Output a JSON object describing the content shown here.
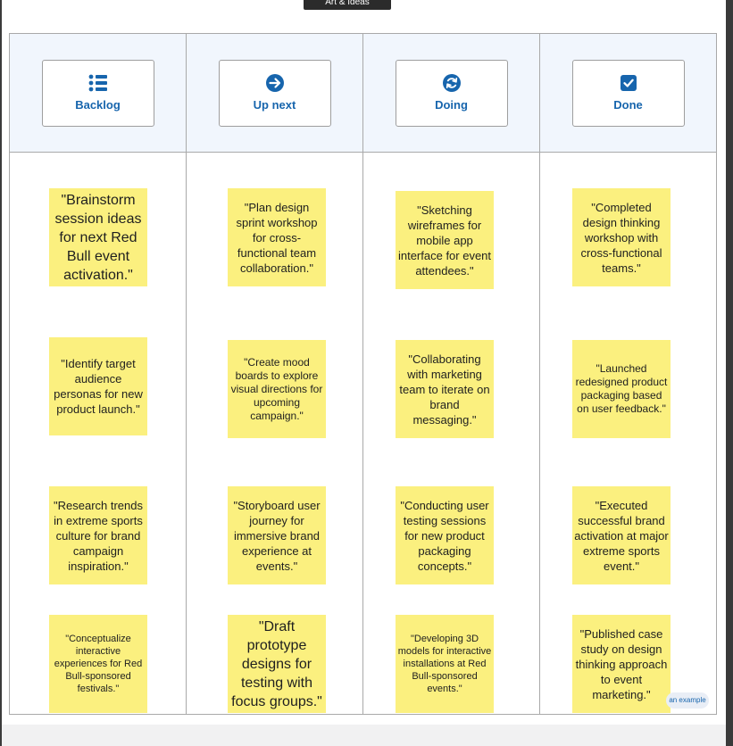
{
  "title_chip": "Art & Ideas",
  "example_label": "an example",
  "colors": {
    "accent": "#1765ad",
    "note": "#fbf07f",
    "header_bg": "#f1f6fd"
  },
  "columns": [
    {
      "label": "Backlog",
      "icon": "list-icon",
      "notes": [
        "\"Brainstorm session ideas for next Red Bull event activation.\"",
        "\"Identify target audience personas for new product launch.\"",
        "\"Research trends in extreme sports culture for brand campaign inspiration.\"",
        "\"Conceptualize interactive experiences for Red Bull-sponsored festivals.\""
      ]
    },
    {
      "label": "Up next",
      "icon": "arrow-right-circle-icon",
      "notes": [
        "\"Plan design sprint workshop for cross-functional team collaboration.\"",
        "\"Create mood boards to explore visual directions for upcoming campaign.\"",
        "\"Storyboard user journey for immersive brand experience at events.\"",
        "\"Draft prototype designs for testing with focus groups.\""
      ]
    },
    {
      "label": "Doing",
      "icon": "sync-circle-icon",
      "notes": [
        "\"Sketching wireframes for mobile app interface for event attendees.\"",
        "\"Collaborating with marketing team to iterate on brand messaging.\"",
        "\"Conducting user testing sessions for new product packaging concepts.\"",
        "\"Developing 3D models for interactive installations at Red Bull-sponsored events.\""
      ]
    },
    {
      "label": "Done",
      "icon": "checkbox-icon",
      "notes": [
        "\"Completed design thinking workshop with cross-functional teams.\"",
        "\"Launched redesigned product packaging based on user feedback.\"",
        "\"Executed successful brand activation at major extreme sports event.\"",
        "\"Published case study on design thinking approach to event marketing.\""
      ]
    }
  ]
}
